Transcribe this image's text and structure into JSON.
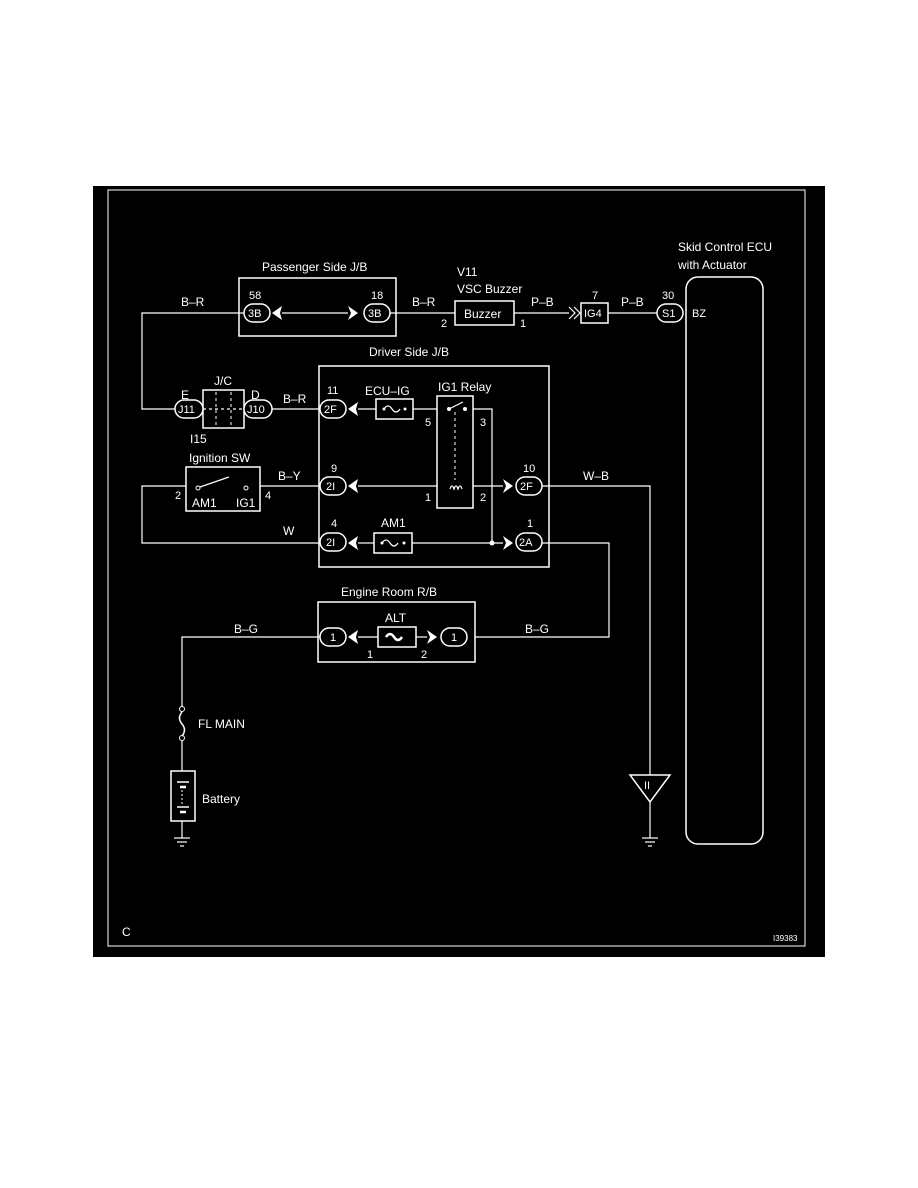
{
  "figure_id": "C",
  "drawing_number": "I39383",
  "ecu": {
    "title_line1": "Skid Control ECU",
    "title_line2": "with Actuator",
    "pin_number": "30",
    "pin_code": "S1",
    "terminal": "BZ"
  },
  "passenger_jb": {
    "title": "Passenger Side J/B",
    "left_pin": "58",
    "left_code": "3B",
    "right_pin": "18",
    "right_code": "3B"
  },
  "buzzer": {
    "id": "V11",
    "title": "VSC Buzzer",
    "label": "Buzzer",
    "pin_left": "2",
    "pin_right": "1"
  },
  "ig4_connector": {
    "pin": "7",
    "code": "IG4"
  },
  "driver_jb": {
    "title": "Driver Side J/B",
    "fuse_ecu_ig": "ECU–IG",
    "fuse_am1": "AM1",
    "relay_title": "IG1 Relay",
    "relay_pins": {
      "p5": "5",
      "p3": "3",
      "p1": "1",
      "p2": "2"
    },
    "conn_2f_left": {
      "pin": "11",
      "code": "2F"
    },
    "conn_2i_top": {
      "pin": "9",
      "code": "2I"
    },
    "conn_2i_bottom": {
      "pin": "4",
      "code": "2I"
    },
    "conn_2f_right": {
      "pin": "10",
      "code": "2F"
    },
    "conn_2a": {
      "pin": "1",
      "code": "2A"
    }
  },
  "jc": {
    "title": "J/C",
    "id": "I15",
    "left_letter": "E",
    "right_letter": "D",
    "left_code": "J11",
    "right_code": "J10"
  },
  "ignition_sw": {
    "title": "Ignition SW",
    "left_terminal": "AM1",
    "right_terminal": "IG1",
    "pin_left": "2",
    "pin_right": "4"
  },
  "engine_room_rb": {
    "title": "Engine Room R/B",
    "fuse": "ALT",
    "left_code": "1",
    "right_code": "1",
    "pin_left": "1",
    "pin_right": "2"
  },
  "fl_main": "FL MAIN",
  "battery": "Battery",
  "ground_code": "II",
  "wires": {
    "top_left": "B–R",
    "jb_to_buzzer": "B–R",
    "buzzer_to_ig4": "P–B",
    "ig4_to_ecu": "P–B",
    "jc_to_jb": "B–R",
    "ign_to_jb": "B–Y",
    "jb_to_ground": "W–B",
    "ign_am1": "W",
    "battery_to_rb": "B–G",
    "rb_to_jb": "B–G"
  },
  "colors": {
    "background": "#000000",
    "ink": "#ffffff",
    "page": "#ffffff"
  }
}
